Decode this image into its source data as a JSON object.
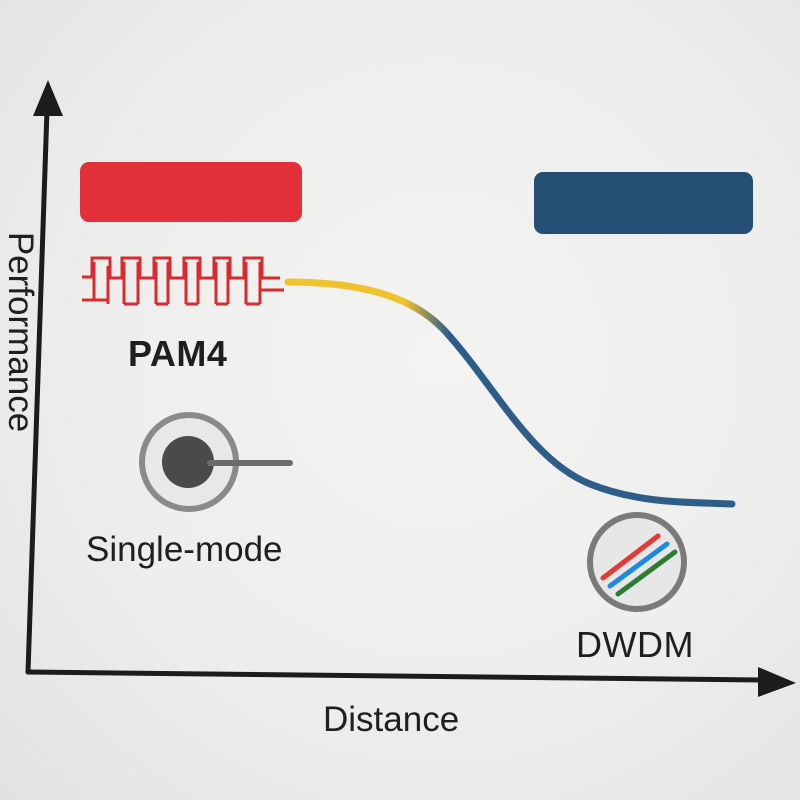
{
  "axes": {
    "x_label": "Distance",
    "y_label": "Performance"
  },
  "nodes": {
    "pam4": {
      "label": "PAM4",
      "bar_color": "#e2303a",
      "wave_color": "#d92a2f"
    },
    "single_mode": {
      "label": "Single-mode",
      "icon": "fiber-cross-section-icon"
    },
    "dwdm": {
      "label": "DWDM",
      "bar_color": "#244e74",
      "icon": "wavelength-lines-icon",
      "line_colors": [
        "#e53935",
        "#1e88e5",
        "#2e7d32"
      ]
    }
  },
  "curve": {
    "start_color": "#f2c12e",
    "end_color": "#2f5d8a"
  }
}
